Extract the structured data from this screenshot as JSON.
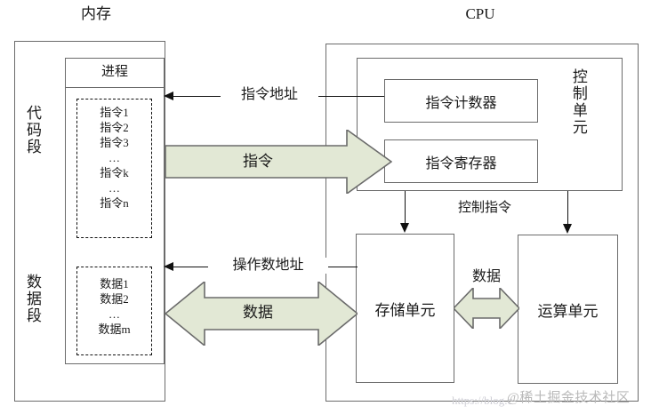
{
  "diagram": {
    "titles": {
      "memory": "内存",
      "cpu": "CPU"
    },
    "memory": {
      "code_segment_label": "代码段",
      "data_segment_label": "数据段",
      "process_label": "进程",
      "code_items": [
        "指令1",
        "指令2",
        "指令3",
        "…",
        "指令k",
        "…",
        "指令n"
      ],
      "data_items": [
        "数据1",
        "数据2",
        "…",
        "数据m"
      ]
    },
    "cpu": {
      "control_unit_label": "控制单元",
      "instruction_counter": "指令计数器",
      "instruction_register": "指令寄存器",
      "storage_unit": "存储单元",
      "compute_unit": "运算单元",
      "control_instruction_label": "控制指令"
    },
    "connections": {
      "instruction_address": "指令地址",
      "instruction": "指令",
      "operand_address": "操作数地址",
      "data_bus": "数据",
      "data_internal": "数据"
    },
    "watermark": {
      "handle": "@稀土掘金技术社区",
      "url": "https://blog.c"
    },
    "colors": {
      "arrow_fill": "#e2e8d5",
      "arrow_stroke": "#6b6b6b",
      "box_stroke": "#6b6b6b",
      "line_stroke": "#111111",
      "background": "#ffffff"
    }
  }
}
